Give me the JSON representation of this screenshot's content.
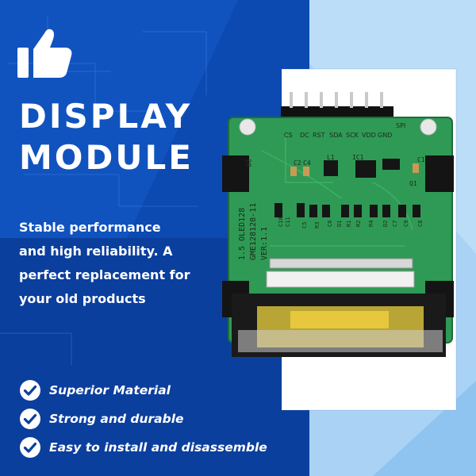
{
  "headline": {
    "line1": "DISPLAY",
    "line2": "MODULE"
  },
  "description_lines": [
    "Stable performance",
    "and high reliability. A",
    "perfect replacement for",
    "your old products"
  ],
  "features": [
    {
      "label": "Superior Material",
      "icon": "check-circle-icon"
    },
    {
      "label": "Strong and durable",
      "icon": "check-circle-icon"
    },
    {
      "label": "Easy to install and disassemble",
      "icon": "check-circle-icon"
    }
  ],
  "pcb_labels": {
    "pins": [
      "CS",
      "DC",
      "RST",
      "SDA",
      "SCK",
      "VDD",
      "GND"
    ],
    "spi": "SPI",
    "board_model_lines": [
      "1.5 OLED128",
      "GME128128-11",
      "VER:1.1"
    ],
    "board_number": "28",
    "components": [
      "L1",
      "IC1",
      "C2",
      "C4",
      "C1",
      "Q1",
      "C10",
      "C11",
      "C5",
      "R3",
      "C6",
      "D1",
      "R1",
      "R2",
      "R4",
      "D2",
      "C7",
      "C9",
      "C8"
    ]
  },
  "colors": {
    "panel_blue": "#0b3f9e",
    "light_blue": "#a9d2f5",
    "pcb_green": "#2f9a55",
    "accent_white": "#ffffff"
  }
}
